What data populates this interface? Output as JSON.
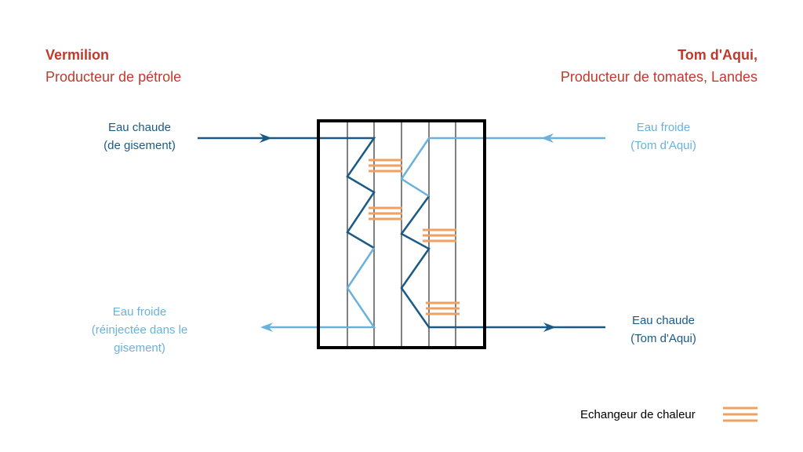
{
  "left_company": {
    "name": "Vermilion",
    "subtitle": "Producteur de pétrole"
  },
  "right_company": {
    "name": "Tom d'Aqui,",
    "subtitle": "Producteur de tomates, Landes"
  },
  "flows": {
    "left_in": {
      "lines": [
        "Eau chaude",
        "(de gisement)"
      ]
    },
    "left_out": {
      "lines": [
        "Eau froide",
        "(réinjectée dans le",
        "gisement)"
      ]
    },
    "right_in": {
      "lines": [
        "Eau froide",
        "(Tom d'Aqui)"
      ]
    },
    "right_out": {
      "lines": [
        "Eau chaude",
        "(Tom d'Aqui)"
      ]
    }
  },
  "legend": {
    "label": "Echangeur de chaleur"
  },
  "colors": {
    "hot": "#1c5a86",
    "cold": "#6ab2dc",
    "accent": "#c1392b",
    "exchanger": "#f0a060",
    "frame": "#000000",
    "plate": "#808080"
  }
}
